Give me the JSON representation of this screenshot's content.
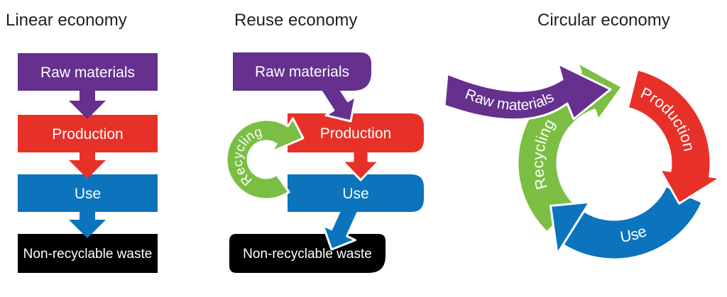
{
  "panels": {
    "linear": {
      "title": "Linear economy",
      "boxes": [
        {
          "label": "Raw materials",
          "color": "purple"
        },
        {
          "label": "Production",
          "color": "red"
        },
        {
          "label": "Use",
          "color": "blue"
        },
        {
          "label": "Non-recyclable waste",
          "color": "black"
        }
      ]
    },
    "reuse": {
      "title": "Reuse economy",
      "boxes": [
        {
          "label": "Raw materials",
          "color": "purple"
        },
        {
          "label": "Production",
          "color": "red"
        },
        {
          "label": "Use",
          "color": "blue"
        },
        {
          "label": "Non-recyclable waste",
          "color": "black"
        }
      ],
      "recycling_label": "Recycling"
    },
    "circular": {
      "title": "Circular economy",
      "segments": [
        {
          "label": "Raw materials",
          "color": "purple"
        },
        {
          "label": "Production",
          "color": "red"
        },
        {
          "label": "Use",
          "color": "blue"
        },
        {
          "label": "Recycling",
          "color": "green"
        }
      ]
    }
  },
  "colors": {
    "purple": "#66308E",
    "red": "#E73128",
    "blue": "#0B74BC",
    "green": "#7CBE44",
    "black": "#000000",
    "title_text": "#231F20",
    "label_text": "#FFFFFF",
    "background": "#FFFFFF"
  }
}
